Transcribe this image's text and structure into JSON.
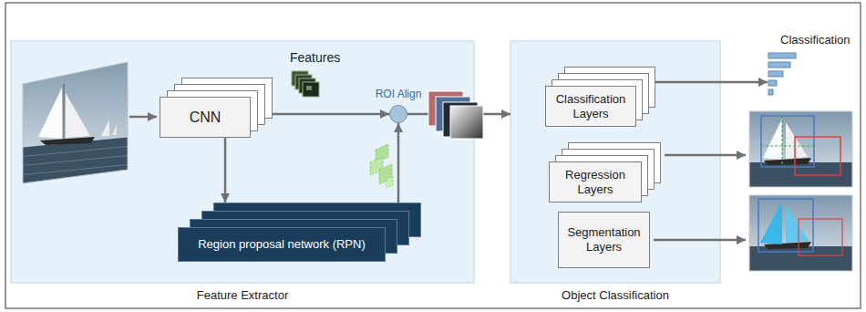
{
  "diagram": {
    "nodes": [
      {
        "text": [
          "Feature Extractor"
        ]
      },
      {
        "text": [
          "CNN"
        ],
        "in": 0
      },
      {
        "text": [
          "Region proposal network (RPN)"
        ],
        "in": 0
      },
      {
        "text": [
          "ROI Align"
        ],
        "in": 0
      },
      {
        "text": [
          "Object Classification"
        ]
      },
      {
        "text": [
          "Classification Layers"
        ],
        "in": 4
      },
      {
        "text": [
          "Regression Layers"
        ],
        "in": 4
      },
      {
        "text": [
          "Segmentation Layers"
        ],
        "in": 4
      },
      {
        "text": [
          "Classification"
        ]
      }
    ],
    "edges": [
      {
        "from": 1,
        "to": 3,
        "arrow": "to"
      },
      {
        "from": 1,
        "to": 2,
        "arrow": "to"
      },
      {
        "from": 2,
        "to": 3,
        "arrow": "to"
      },
      {
        "from": 3,
        "to": 4,
        "arrow": "to"
      },
      {
        "from": 5,
        "to": 8,
        "arrow": "to"
      }
    ],
    "labels": [
      "Features"
    ]
  }
}
